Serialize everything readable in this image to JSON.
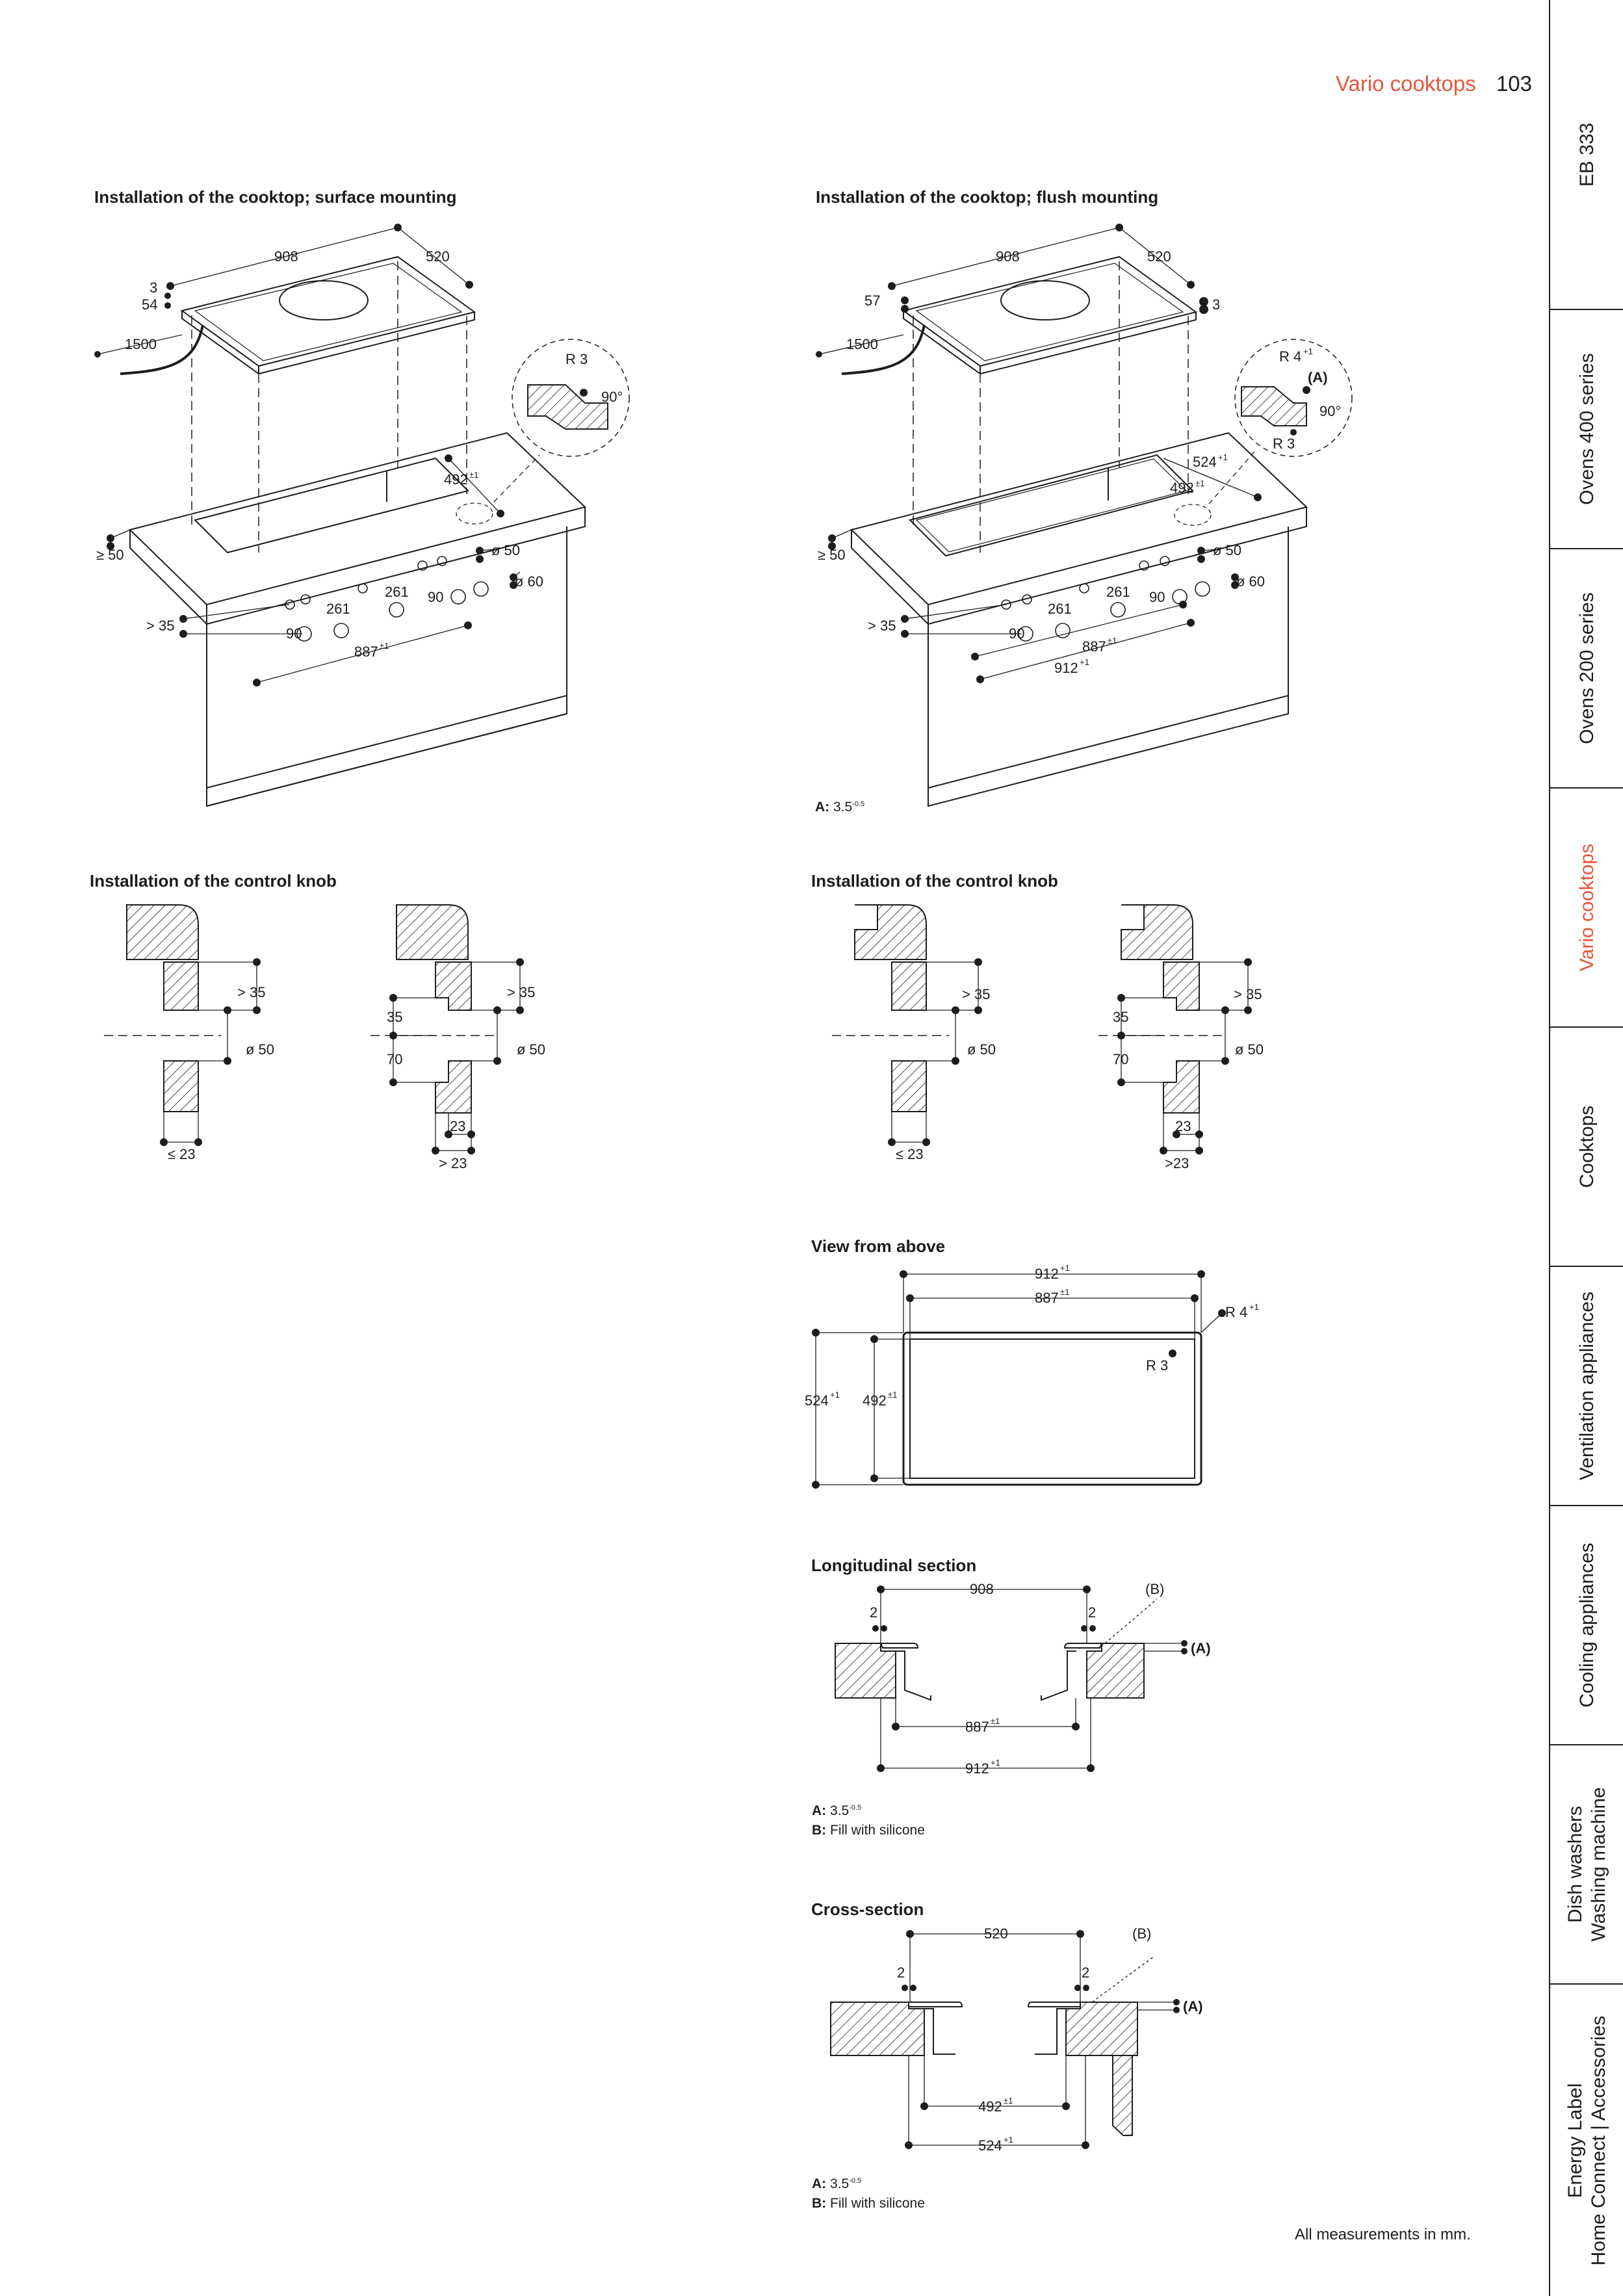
{
  "header": {
    "section": "Vario cooktops",
    "page_number": "103"
  },
  "titles": {
    "surface_mounting": "Installation of the cooktop; surface mounting",
    "flush_mounting": "Installation of the cooktop; flush mounting",
    "knob_left": "Installation of the control knob",
    "knob_right": "Installation of the control knob",
    "view_above": "View from above",
    "longitudinal": "Longitudinal section",
    "cross": "Cross-section"
  },
  "notes": {
    "flush_a_key": "A:",
    "flush_a_val": "3.5",
    "long_a_key": "A:",
    "long_a_val": "3.5",
    "long_b_key": "B:",
    "long_b_val": "Fill with silicone",
    "cross_a_key": "A:",
    "cross_a_val": "3.5",
    "cross_b_key": "B:",
    "cross_b_val": "Fill with silicone",
    "tolerance": "-0.5"
  },
  "footer": "All measurements in mm.",
  "dims": {
    "w908": "908",
    "w520": "520",
    "d3": "3",
    "d54": "54",
    "d57": "57",
    "cable": "1500",
    "r3": "R 3",
    "r4": "R 4",
    "ang90": "90°",
    "markA": "(A)",
    "markB": "(B)",
    "d492": "492",
    "d524": "524",
    "ge50": "≥ 50",
    "gt35": "> 35",
    "phi50": "ø 50",
    "phi60": "ø 60",
    "d261": "261",
    "d90": "90",
    "d887": "887",
    "d912": "912",
    "d35": "35",
    "d70": "70",
    "d23": "23",
    "le23": "≤ 23",
    "gt23": "> 23",
    "gt23b": ">23",
    "d2": "2",
    "tol_pm1": "±1",
    "tol_p1": "+1"
  },
  "tabs": [
    {
      "label": "EB 333",
      "active": false
    },
    {
      "label": "Ovens 400 series",
      "active": false
    },
    {
      "label": "Ovens 200 series",
      "active": false
    },
    {
      "label": "Vario cooktops",
      "active": true
    },
    {
      "label": "Cooktops",
      "active": false
    },
    {
      "label": "Ventilation appliances",
      "active": false
    },
    {
      "label": "Cooling appliances",
      "active": false
    },
    {
      "label": "Dish washers Washing machine",
      "line1": "Dish washers",
      "line2": "Washing machine",
      "active": false
    },
    {
      "label": "Energy Label Home Connect | Accessories",
      "line1": "Energy Label",
      "line2": "Home Connect | Accessories",
      "active": false
    }
  ]
}
